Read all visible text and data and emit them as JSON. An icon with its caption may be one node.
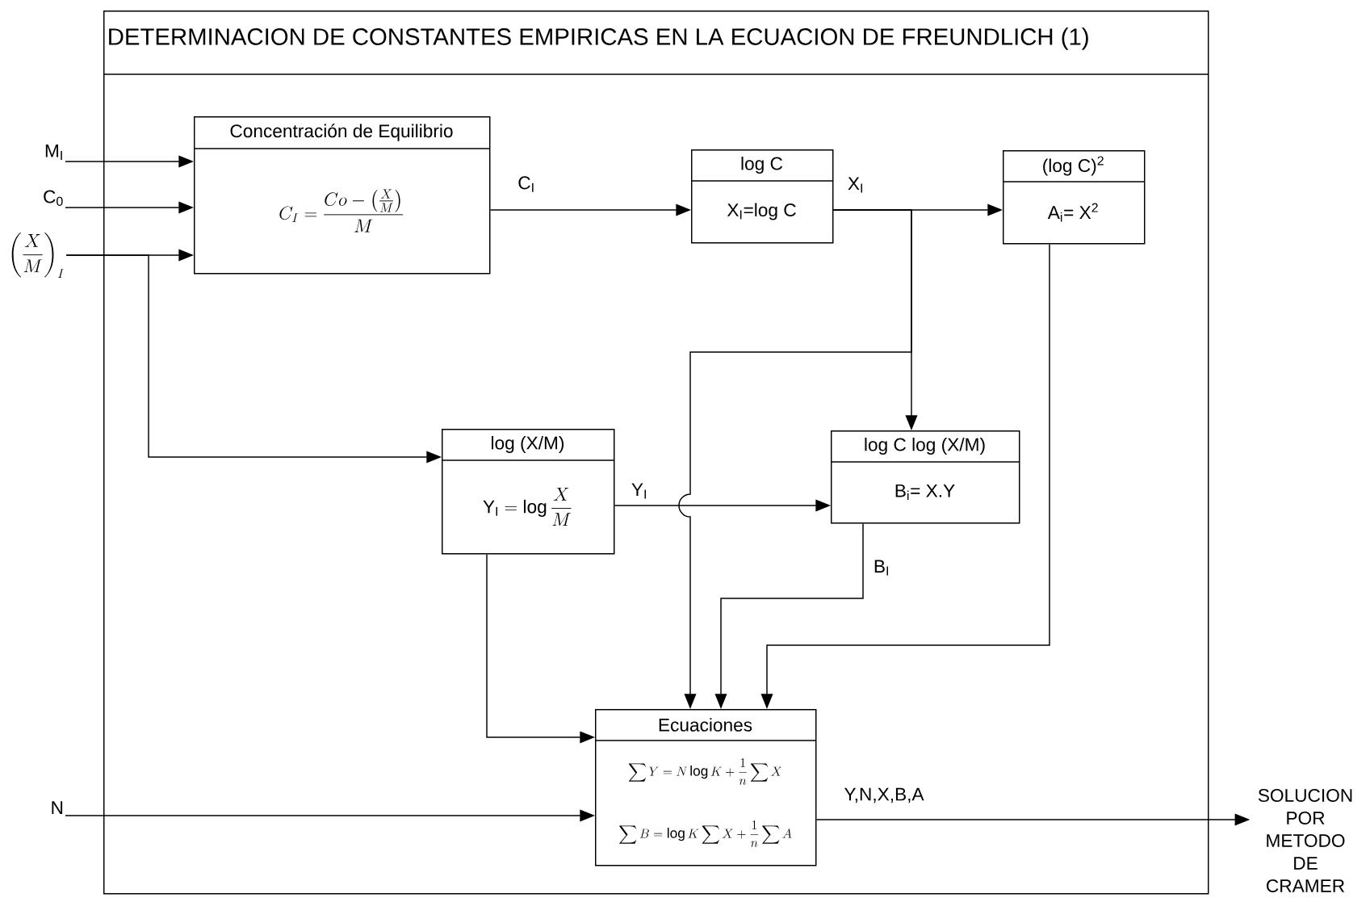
{
  "diagram": {
    "nodes": [
      {
        "text": [
          "DETERMINACION DE CONSTANTES EMPIRICAS EN LA ECUACION DE FREUNDLICH (1)"
        ]
      },
      {
        "text": [
          "Concentración de Equilibrio",
          "C_{I} = \\frac{Co - \\left(\\frac{X}{M}\\right)}{M}"
        ],
        "in": 0
      },
      {
        "text": [
          "log C",
          "X$_{I}$=log C"
        ],
        "in": 0
      },
      {
        "text": [
          "(log C)$^{2}$",
          "A$_{i}$= X$^{2}$"
        ],
        "in": 0
      },
      {
        "text": [
          "log (X/M)",
          "\\mathrm{Y_{I}}= \\log \\frac{X}{M}"
        ],
        "in": 0
      },
      {
        "text": [
          "log C  log (X/M)",
          "B$_{i}$= X.Y"
        ],
        "in": 0
      },
      {
        "text": [
          "Ecuaciones",
          "\\sum Y = N \\log K + \\frac{1}{n}\\sum X",
          "\\sum B = \\log K \\sum X + \\frac{1}{n}\\sum A"
        ],
        "in": 0
      },
      {
        "text": [
          "M$_{I}$"
        ]
      },
      {
        "text": [
          "C$_{0}$"
        ]
      },
      {
        "text": [
          "\\left(\\frac{X}{M}\\right)_{I}"
        ]
      },
      {
        "text": [
          "N"
        ]
      },
      {
        "text": [
          "SOLUCION POR METODO DE CRAMER"
        ]
      }
    ],
    "edges": [
      {
        "from": 7,
        "to": 1,
        "arrow": "to"
      },
      {
        "from": 8,
        "to": 1,
        "arrow": "to"
      },
      {
        "from": 9,
        "to": 1,
        "arrow": "to"
      },
      {
        "from": 9,
        "to": 4,
        "arrow": "to"
      },
      {
        "from": 1,
        "to": 2,
        "arrow": "to",
        "label": "C$_{I}$"
      },
      {
        "from": 2,
        "to": 3,
        "arrow": "to",
        "label": "X$_{I}$"
      },
      {
        "from": 2,
        "to": 5,
        "arrow": "to"
      },
      {
        "from": 2,
        "to": 6,
        "arrow": "to"
      },
      {
        "from": 4,
        "to": 5,
        "arrow": "to",
        "label": "Y$_{I}$"
      },
      {
        "from": 4,
        "to": 6,
        "arrow": "to"
      },
      {
        "from": 5,
        "to": 6,
        "arrow": "to",
        "label": "B$_{I}$"
      },
      {
        "from": 3,
        "to": 6,
        "arrow": "to"
      },
      {
        "from": 10,
        "to": 6,
        "arrow": "to"
      },
      {
        "from": 6,
        "to": 11,
        "arrow": "to",
        "label": "Y,N,X,B,A"
      }
    ]
  }
}
